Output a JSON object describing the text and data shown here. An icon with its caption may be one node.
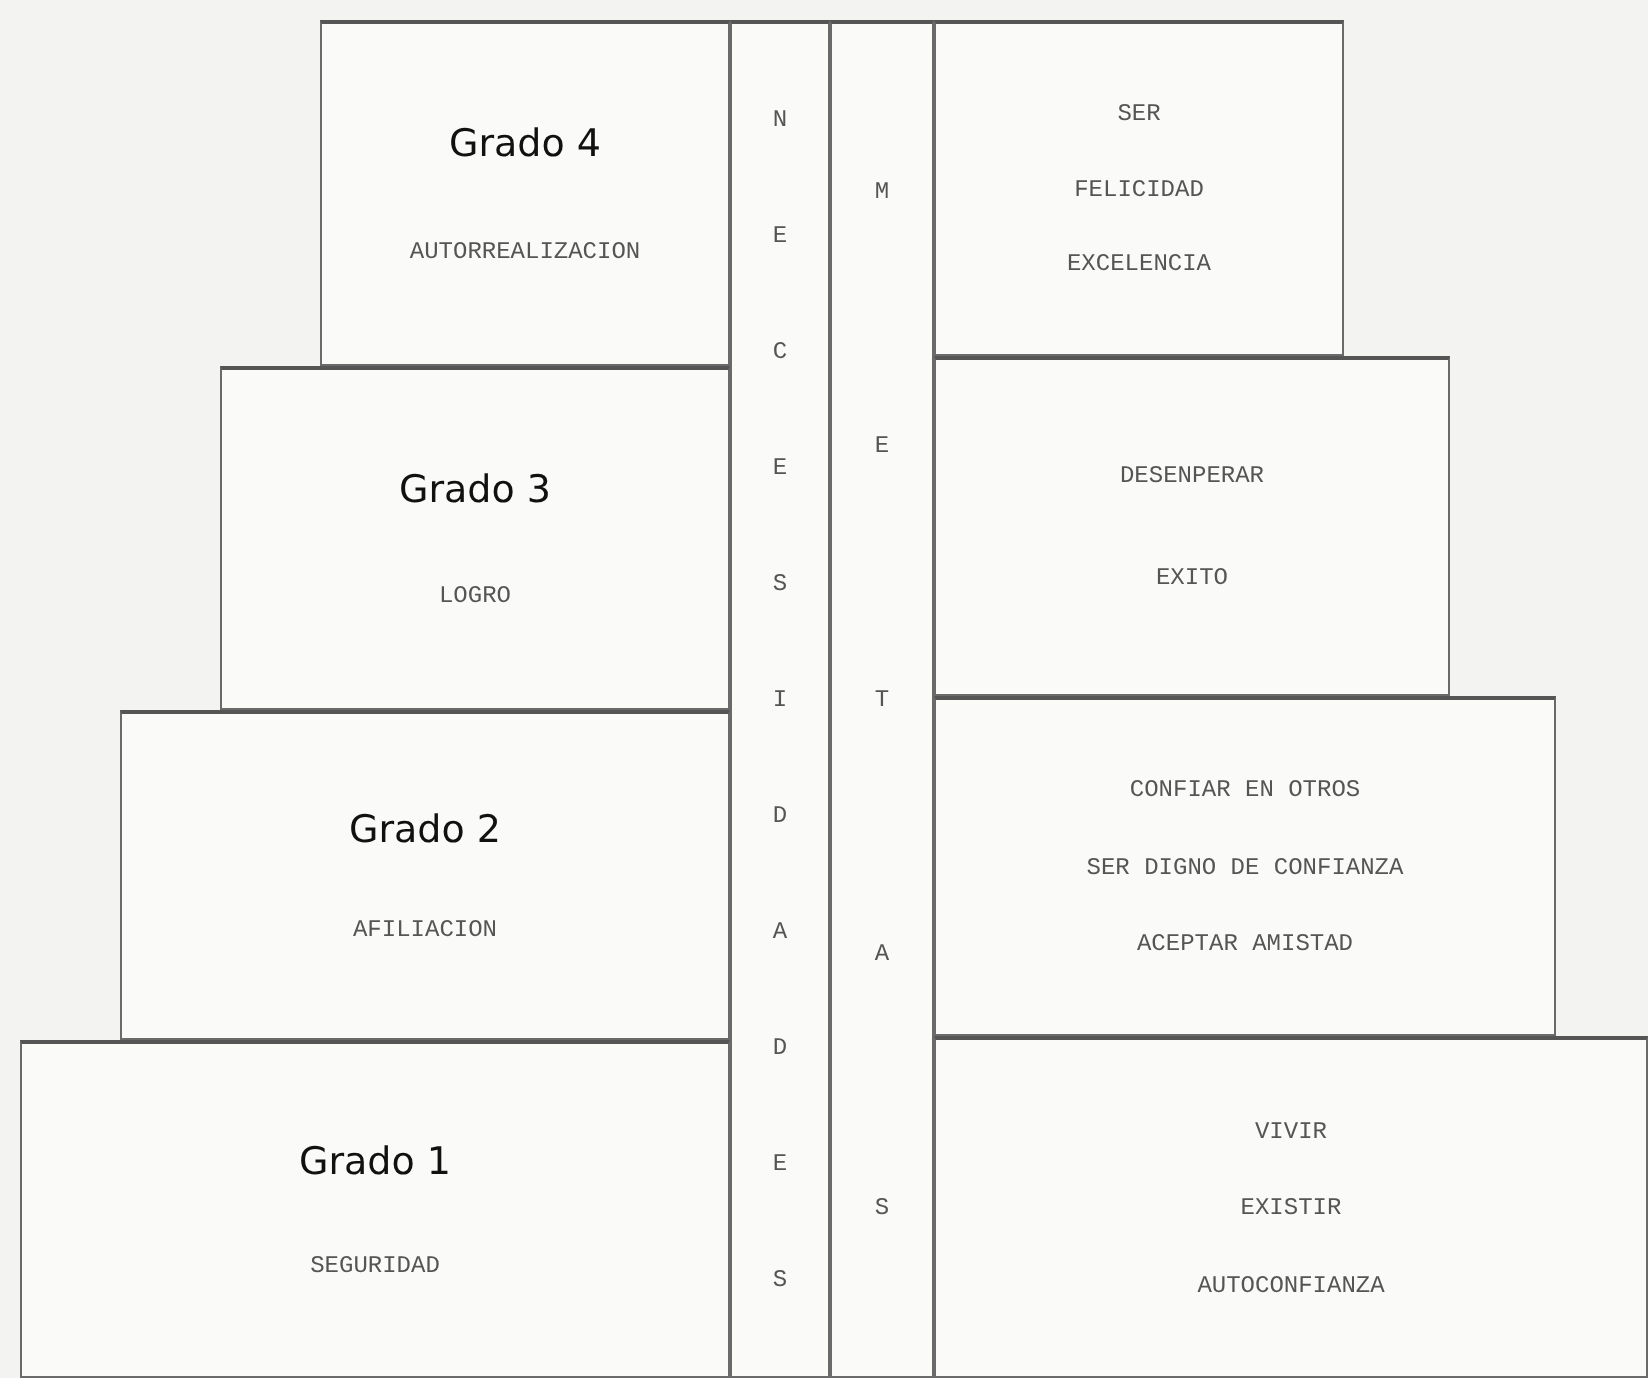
{
  "diagram": {
    "nodes": [
      {
        "text": [
          "Grado 4",
          "AUTORREALIZACION"
        ]
      },
      {
        "text": [
          "NECESIDADES"
        ]
      },
      {
        "text": [
          "METAS"
        ]
      },
      {
        "text": [
          "SER",
          "FELICIDAD",
          "EXCELENCIA"
        ]
      },
      {
        "text": [
          "Grado 3",
          "LOGRO"
        ]
      },
      {
        "text": [
          "DESENPERAR",
          "EXITO"
        ]
      },
      {
        "text": [
          "Grado 2",
          "AFILIACION"
        ]
      },
      {
        "text": [
          "CONFIAR EN OTROS",
          "SER DIGNO DE CONFIANZA",
          "ACEPTAR AMISTAD"
        ]
      },
      {
        "text": [
          "Grado 1",
          "SEGURIDAD"
        ]
      },
      {
        "text": [
          "VIVIR",
          "EXISTIR",
          "AUTOCONFIANZA"
        ]
      }
    ],
    "edges": []
  }
}
